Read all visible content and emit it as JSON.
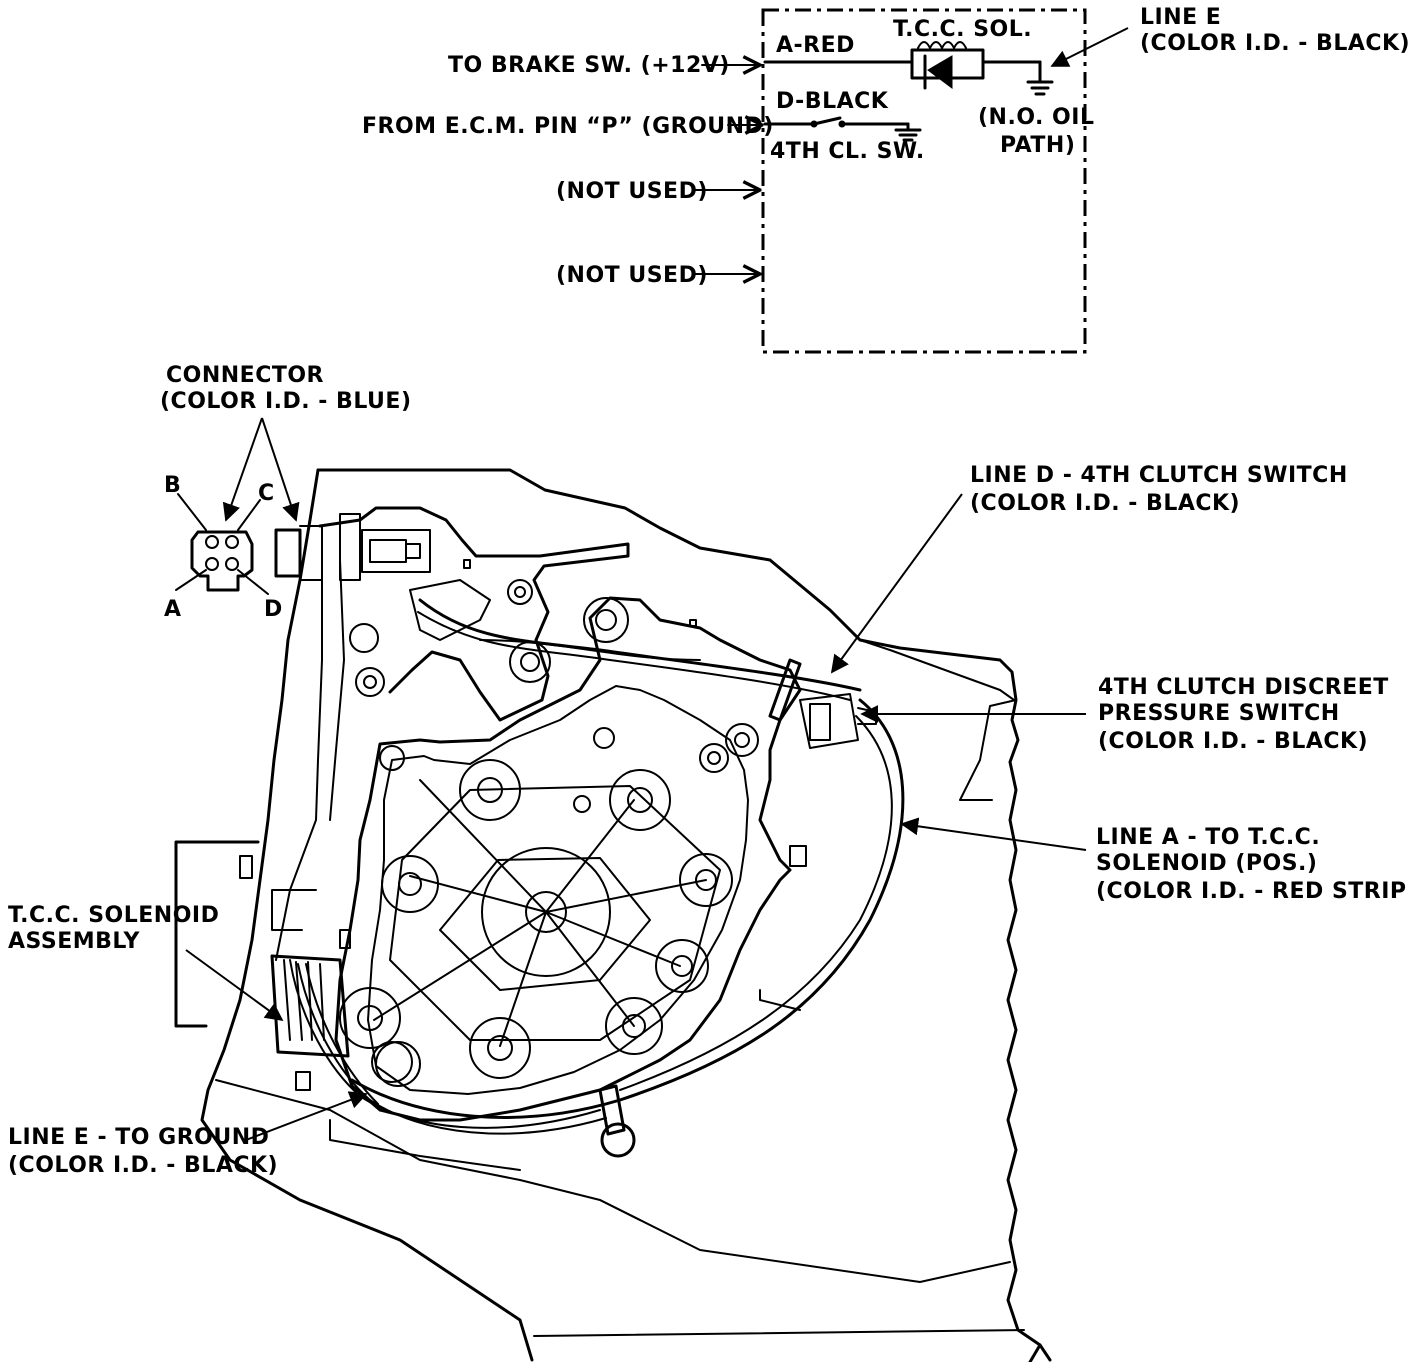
{
  "schematic": {
    "inputs": [
      "TO BRAKE SW.  (+12V)",
      "FROM E.C.M. PIN “P”  (GROUND)",
      "(NOT USED)",
      "(NOT USED)"
    ],
    "wire_a": "A-RED",
    "wire_d": "D-BLACK",
    "switch": "4TH CL. SW.",
    "solenoid": "T.C.C. SOL.",
    "line_e": [
      "LINE E",
      "(COLOR I.D. - BLACK)"
    ],
    "oil_path": [
      "(N.O. OIL",
      "PATH)"
    ]
  },
  "connector": {
    "title": [
      "CONNECTOR",
      "(COLOR I.D. - BLUE)"
    ],
    "pins": [
      "A",
      "B",
      "C",
      "D"
    ]
  },
  "callouts": {
    "line_d": [
      "LINE D - 4TH CLUTCH SWITCH",
      "(COLOR I.D. - BLACK)"
    ],
    "pressure_switch": [
      "4TH CLUTCH DISCREET",
      "PRESSURE SWITCH",
      "(COLOR I.D. - BLACK)"
    ],
    "line_a": [
      "LINE A - TO T.C.C.",
      "SOLENOID (POS.)",
      "(COLOR I.D. - RED STRIPE)"
    ],
    "solenoid_assembly": [
      "T.C.C. SOLENOID",
      "ASSEMBLY"
    ],
    "line_e_ground": [
      "LINE E - TO GROUND",
      "(COLOR I.D. - BLACK)"
    ]
  }
}
